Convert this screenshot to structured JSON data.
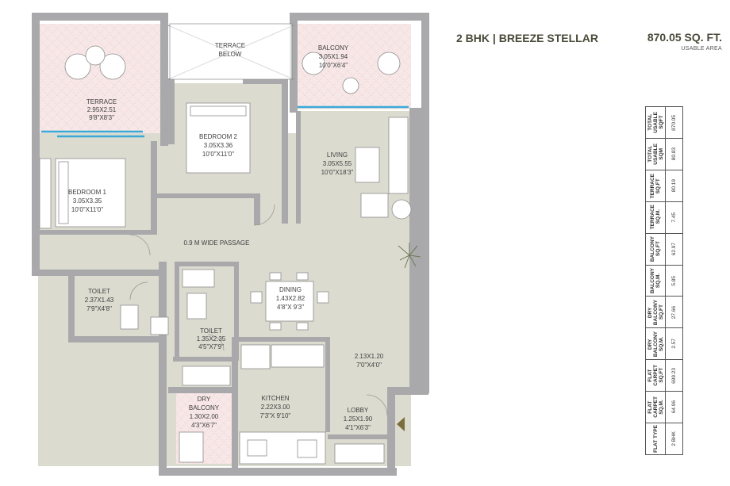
{
  "header": {
    "title": "2 BHK | BREEZE STELLAR",
    "area": "870.05 SQ. FT.",
    "area_caption": "USABLE AREA"
  },
  "rooms": {
    "terrace": {
      "name": "TERRACE",
      "metric": "2.95X2.51",
      "imperial": "9'8\"X8'3\""
    },
    "terrace_below": {
      "line1": "TERRACE",
      "line2": "BELOW"
    },
    "balcony": {
      "name": "BALCONY",
      "metric": "3.05X1.94",
      "imperial": "10'0\"X6'4\""
    },
    "bedroom2": {
      "name": "BEDROOM 2",
      "metric": "3.05X3.36",
      "imperial": "10'0\"X11'0\""
    },
    "bedroom1": {
      "name": "BEDROOM 1",
      "metric": "3.05X3.35",
      "imperial": "10'0\"X11'0\""
    },
    "living": {
      "name": "LIVING",
      "metric": "3.05X5.55",
      "imperial": "10'0\"X18'3\""
    },
    "passage": {
      "name": "0.9 M WIDE PASSAGE"
    },
    "toilet1": {
      "name": "TOILET",
      "metric": "2.37X1.43",
      "imperial": "7'9\"X4'8\""
    },
    "dining": {
      "name": "DINING",
      "metric": "1.43X2.82",
      "imperial": "4'8\"X 9'3\""
    },
    "toilet2": {
      "name": "TOILET",
      "metric": "1.35X2.35",
      "imperial": "4'5\"X7'9\""
    },
    "foyer": {
      "metric": "2.13X1.20",
      "imperial": "7'0\"X4'0\""
    },
    "dry_balcony": {
      "line1": "DRY",
      "line2": "BALCONY",
      "metric": "1.30X2.00",
      "imperial": "4'3\"X6'7\""
    },
    "kitchen": {
      "name": "KITCHEN",
      "metric": "2.22X3.00",
      "imperial": "7'3\"X 9'10\""
    },
    "lobby": {
      "name": "LOBBY",
      "metric": "1.25X1.90",
      "imperial": "4'1\"X6'3\""
    }
  },
  "area_table": [
    {
      "label": "TOTAL\nUSABLE\nSQFT",
      "value": "870.05"
    },
    {
      "label": "TOTAL\nUSABLE\nSQM",
      "value": "80.83"
    },
    {
      "label": "TERRACE\nSQ.FT",
      "value": "80.19"
    },
    {
      "label": "TERRACE\nSQ.M.",
      "value": "7.45"
    },
    {
      "label": "BALCONY\nSQ.FT",
      "value": "62.97"
    },
    {
      "label": "BALCONY\nSQ.M.",
      "value": "5.85"
    },
    {
      "label": "DRY\nBALCONY\nSQ.FT",
      "value": "27.66"
    },
    {
      "label": "DRY\nBALCONY\nSQ.M.",
      "value": "2.57"
    },
    {
      "label": "FLAT\nCARPET\nSQ.FT",
      "value": "699.23"
    },
    {
      "label": "FLAT\nCARPET\nSQ.M.",
      "value": "64.96"
    },
    {
      "label": "FLAT TYPE",
      "value": "2 BHK"
    }
  ],
  "colors": {
    "wall": "#a9a9ab",
    "floor": "#dcdbd0",
    "terrace_fill": "#f6e6e6",
    "glass": "#39a9d8",
    "entry_arrow": "#7a6e3e"
  }
}
